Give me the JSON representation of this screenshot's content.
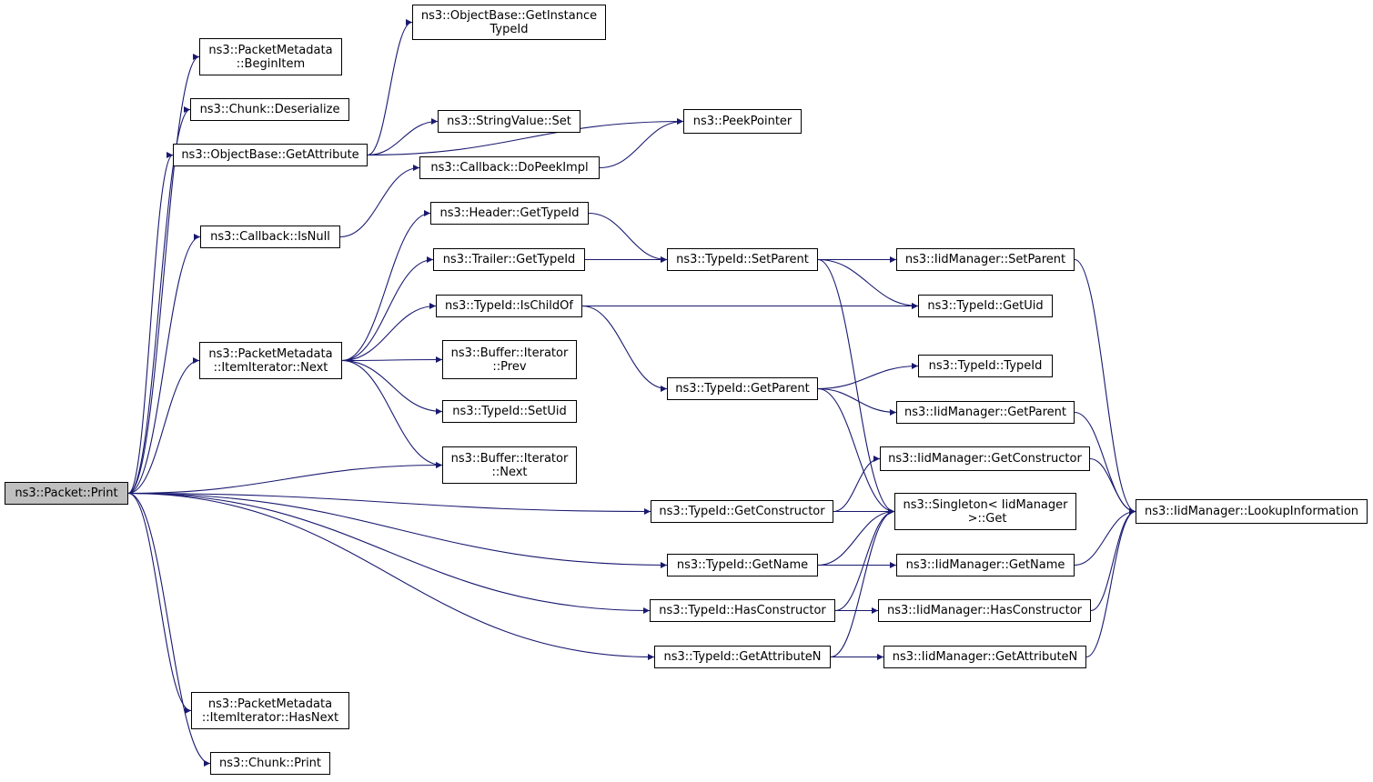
{
  "nodes": [
    {
      "id": "print",
      "label": "ns3::Packet::Print",
      "root": true
    },
    {
      "id": "beginitem",
      "label": "ns3::PacketMetadata\n::BeginItem"
    },
    {
      "id": "deserialize",
      "label": "ns3::Chunk::Deserialize"
    },
    {
      "id": "getattribute",
      "label": "ns3::ObjectBase::GetAttribute"
    },
    {
      "id": "isnull",
      "label": "ns3::Callback::IsNull"
    },
    {
      "id": "itemnext",
      "label": "ns3::PacketMetadata\n::ItemIterator::Next"
    },
    {
      "id": "hasnext",
      "label": "ns3::PacketMetadata\n::ItemIterator::HasNext"
    },
    {
      "id": "chunkprint",
      "label": "ns3::Chunk::Print"
    },
    {
      "id": "getinstancetypeid",
      "label": "ns3::ObjectBase::GetInstance\nTypeId"
    },
    {
      "id": "stringset",
      "label": "ns3::StringValue::Set"
    },
    {
      "id": "dopeekimpl",
      "label": "ns3::Callback::DoPeekImpl"
    },
    {
      "id": "headergettypeid",
      "label": "ns3::Header::GetTypeId"
    },
    {
      "id": "trailergettypeid",
      "label": "ns3::Trailer::GetTypeId"
    },
    {
      "id": "ischildof",
      "label": "ns3::TypeId::IsChildOf"
    },
    {
      "id": "bufprev",
      "label": "ns3::Buffer::Iterator\n::Prev"
    },
    {
      "id": "setuid",
      "label": "ns3::TypeId::SetUid"
    },
    {
      "id": "bufnext",
      "label": "ns3::Buffer::Iterator\n::Next"
    },
    {
      "id": "peekpointer",
      "label": "ns3::PeekPointer"
    },
    {
      "id": "setparent",
      "label": "ns3::TypeId::SetParent"
    },
    {
      "id": "getparent",
      "label": "ns3::TypeId::GetParent"
    },
    {
      "id": "getconstructor",
      "label": "ns3::TypeId::GetConstructor"
    },
    {
      "id": "getname",
      "label": "ns3::TypeId::GetName"
    },
    {
      "id": "hasconstructor",
      "label": "ns3::TypeId::HasConstructor"
    },
    {
      "id": "getattributen",
      "label": "ns3::TypeId::GetAttributeN"
    },
    {
      "id": "iid_setparent",
      "label": "ns3::IidManager::SetParent"
    },
    {
      "id": "getuid",
      "label": "ns3::TypeId::GetUid"
    },
    {
      "id": "typeidctor",
      "label": "ns3::TypeId::TypeId"
    },
    {
      "id": "iid_getparent",
      "label": "ns3::IidManager::GetParent"
    },
    {
      "id": "iid_getconstructor",
      "label": "ns3::IidManager::GetConstructor"
    },
    {
      "id": "singletonget",
      "label": "ns3::Singleton< IidManager\n >::Get"
    },
    {
      "id": "iid_getname",
      "label": "ns3::IidManager::GetName"
    },
    {
      "id": "iid_hasconstructor",
      "label": "ns3::IidManager::HasConstructor"
    },
    {
      "id": "iid_getattributen",
      "label": "ns3::IidManager::GetAttributeN"
    },
    {
      "id": "lookupinformation",
      "label": "ns3::IidManager::LookupInformation"
    }
  ],
  "edges": [
    [
      "print",
      "beginitem"
    ],
    [
      "print",
      "deserialize"
    ],
    [
      "print",
      "getattribute"
    ],
    [
      "print",
      "isnull"
    ],
    [
      "print",
      "itemnext"
    ],
    [
      "print",
      "bufnext"
    ],
    [
      "print",
      "getconstructor"
    ],
    [
      "print",
      "getname"
    ],
    [
      "print",
      "hasconstructor"
    ],
    [
      "print",
      "getattributen"
    ],
    [
      "print",
      "hasnext"
    ],
    [
      "print",
      "chunkprint"
    ],
    [
      "getattribute",
      "getinstancetypeid"
    ],
    [
      "getattribute",
      "peekpointer"
    ],
    [
      "getattribute",
      "stringset"
    ],
    [
      "isnull",
      "dopeekimpl"
    ],
    [
      "dopeekimpl",
      "peekpointer"
    ],
    [
      "itemnext",
      "headergettypeid"
    ],
    [
      "itemnext",
      "trailergettypeid"
    ],
    [
      "itemnext",
      "ischildof"
    ],
    [
      "itemnext",
      "bufprev"
    ],
    [
      "itemnext",
      "setuid"
    ],
    [
      "itemnext",
      "bufnext"
    ],
    [
      "headergettypeid",
      "setparent"
    ],
    [
      "trailergettypeid",
      "setparent"
    ],
    [
      "setparent",
      "iid_setparent"
    ],
    [
      "setparent",
      "getuid"
    ],
    [
      "setparent",
      "singletonget"
    ],
    [
      "ischildof",
      "getuid"
    ],
    [
      "ischildof",
      "getparent"
    ],
    [
      "getparent",
      "typeidctor"
    ],
    [
      "getparent",
      "iid_getparent"
    ],
    [
      "getparent",
      "singletonget"
    ],
    [
      "getconstructor",
      "iid_getconstructor"
    ],
    [
      "getconstructor",
      "singletonget"
    ],
    [
      "getname",
      "singletonget"
    ],
    [
      "getname",
      "iid_getname"
    ],
    [
      "hasconstructor",
      "singletonget"
    ],
    [
      "hasconstructor",
      "iid_hasconstructor"
    ],
    [
      "getattributen",
      "singletonget"
    ],
    [
      "getattributen",
      "iid_getattributen"
    ],
    [
      "iid_setparent",
      "lookupinformation"
    ],
    [
      "iid_getparent",
      "lookupinformation"
    ],
    [
      "iid_getconstructor",
      "lookupinformation"
    ],
    [
      "iid_getname",
      "lookupinformation"
    ],
    [
      "iid_hasconstructor",
      "lookupinformation"
    ],
    [
      "iid_getattributen",
      "lookupinformation"
    ]
  ],
  "colors": {
    "edge": "#191970",
    "root_fill": "#bfbfbf",
    "node_border": "#000000"
  }
}
